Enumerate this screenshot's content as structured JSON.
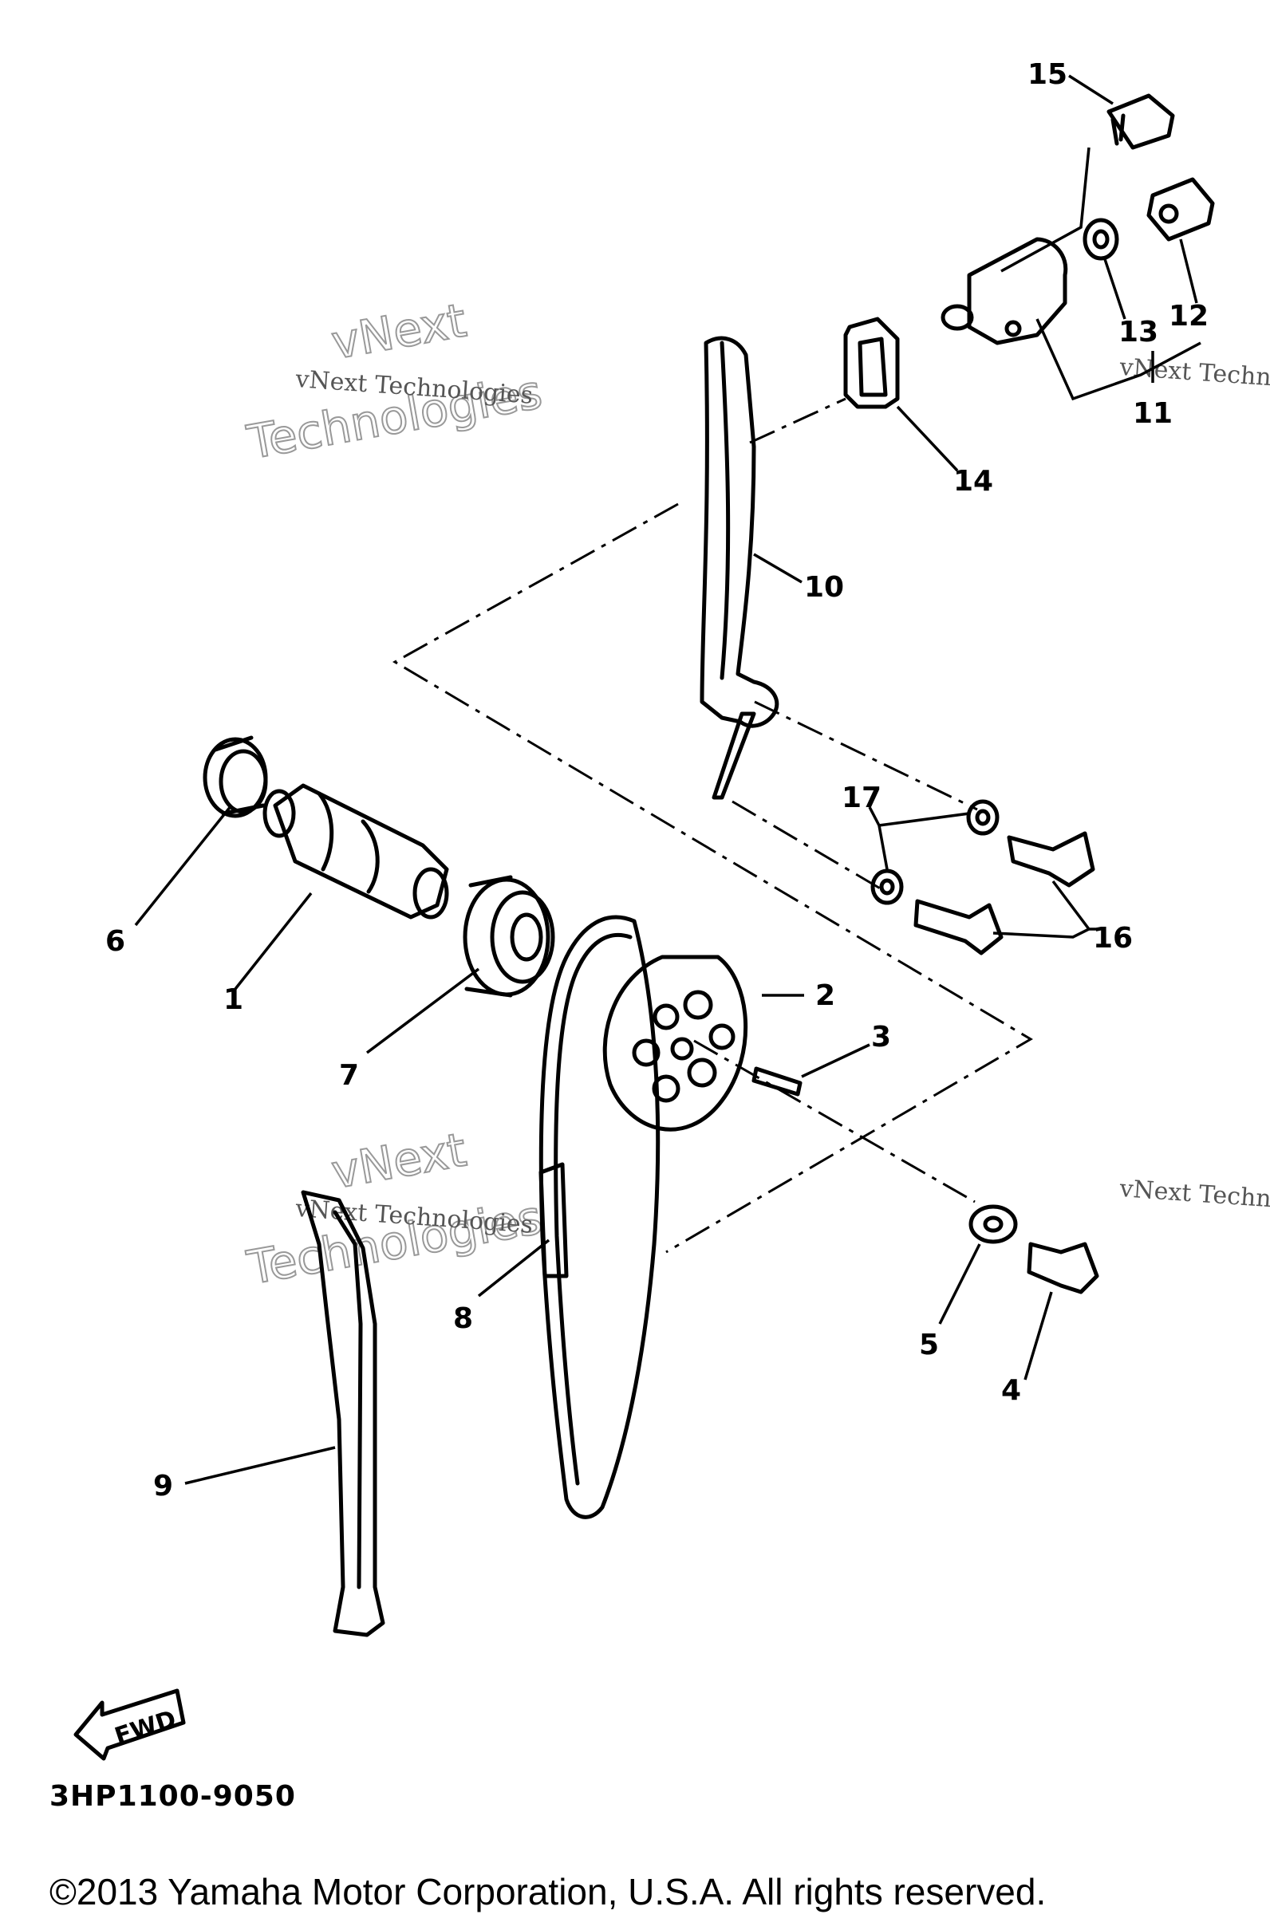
{
  "diagram": {
    "callouts": [
      "1",
      "2",
      "3",
      "4",
      "5",
      "6",
      "7",
      "8",
      "9",
      "10",
      "11",
      "12",
      "13",
      "14",
      "15",
      "16",
      "17"
    ],
    "fwd_label": "FWD",
    "part_code": "3HP1100-9050",
    "watermark_brand": "vNext",
    "watermark_company": "Technologies",
    "watermark_line": "vNext Technologies",
    "watermark_line_clipped": "vNext Techn",
    "copyright": "©2013 Yamaha Motor Corporation, U.S.A. All rights reserved."
  }
}
